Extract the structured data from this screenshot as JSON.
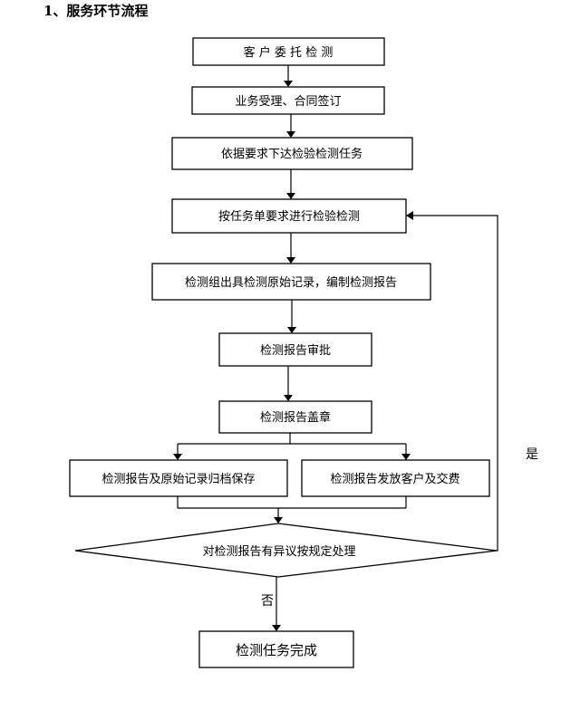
{
  "title": "1、服务环节流程",
  "steps": {
    "s1": "客 户 委 托 检 测",
    "s2": "业务受理、合同签订",
    "s3": "依据要求下达检验检测任务",
    "s4": "按任务单要求进行检验检测",
    "s5": "检测组出具检测原始记录，编制检测报告",
    "s6": "检测报告审批",
    "s7": "检测报告盖章",
    "s8a": "检测报告及原始记录归档保存",
    "s8b": "检测报告发放客户及交费",
    "decision": "对检测报告有异议按规定处理",
    "end": "检测任务完成"
  },
  "branch": {
    "yes": "是",
    "no": "否"
  }
}
